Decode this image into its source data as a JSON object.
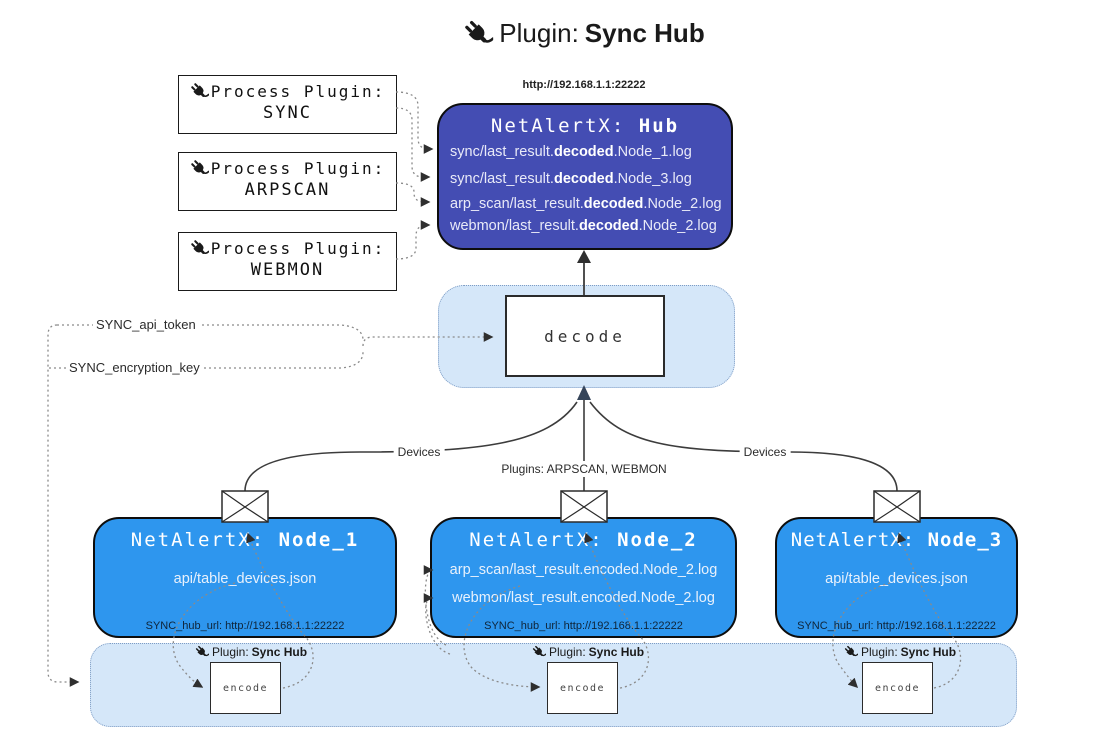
{
  "title": {
    "prefix": "Plugin: ",
    "name": "Sync Hub"
  },
  "hub": {
    "url": "http://192.168.1.1:22222",
    "title_prefix": "NetAlertX: ",
    "title_name": "Hub",
    "files": [
      {
        "pre": "sync/last_result.",
        "mid": "decoded",
        "post": ".Node_1.log"
      },
      {
        "pre": "sync/last_result.",
        "mid": "decoded",
        "post": ".Node_3.log"
      },
      {
        "pre": "arp_scan/last_result.",
        "mid": "decoded",
        "post": ".Node_2.log"
      },
      {
        "pre": "webmon/last_result.",
        "mid": "decoded",
        "post": ".Node_2.log"
      }
    ]
  },
  "process_plugins": [
    {
      "label": "Process Plugin:",
      "name": "SYNC"
    },
    {
      "label": "Process Plugin:",
      "name": "ARPSCAN"
    },
    {
      "label": "Process Plugin:",
      "name": "WEBMON"
    }
  ],
  "decode": {
    "label": "decode"
  },
  "config": {
    "api_token": "SYNC_api_token",
    "encryption_key": "SYNC_encryption_key"
  },
  "edge_labels": {
    "devices_left": "Devices",
    "plugins_center": "Plugins: ARPSCAN, WEBMON",
    "devices_right": "Devices"
  },
  "nodes": [
    {
      "title_prefix": "NetAlertX: ",
      "name": "Node_1",
      "files": [
        "api/table_devices.json"
      ],
      "footer": "SYNC_hub_url: http://192.168.1.1:22222"
    },
    {
      "title_prefix": "NetAlertX: ",
      "name": "Node_2",
      "files": [
        "arp_scan/last_result.encoded.Node_2.log",
        "webmon/last_result.encoded.Node_2.log"
      ],
      "footer": "SYNC_hub_url: http://192.168.1.1:22222"
    },
    {
      "title_prefix": "NetAlertX: ",
      "name": "Node_3",
      "files": [
        "api/table_devices.json"
      ],
      "footer": "SYNC_hub_url: http://192.168.1.1:22222"
    }
  ],
  "encode": {
    "label_prefix": "Plugin: ",
    "label_name": "Sync Hub",
    "box_label": "encode"
  },
  "colors": {
    "hub_bg": "#444db3",
    "node_bg": "#2e96ee",
    "panel_bg": "#d5e7f9",
    "panel_border": "#7e9cc4",
    "solid_line": "#3c3c3c",
    "dotted_line": "#8a8a8a",
    "arrow": "#36455a"
  }
}
